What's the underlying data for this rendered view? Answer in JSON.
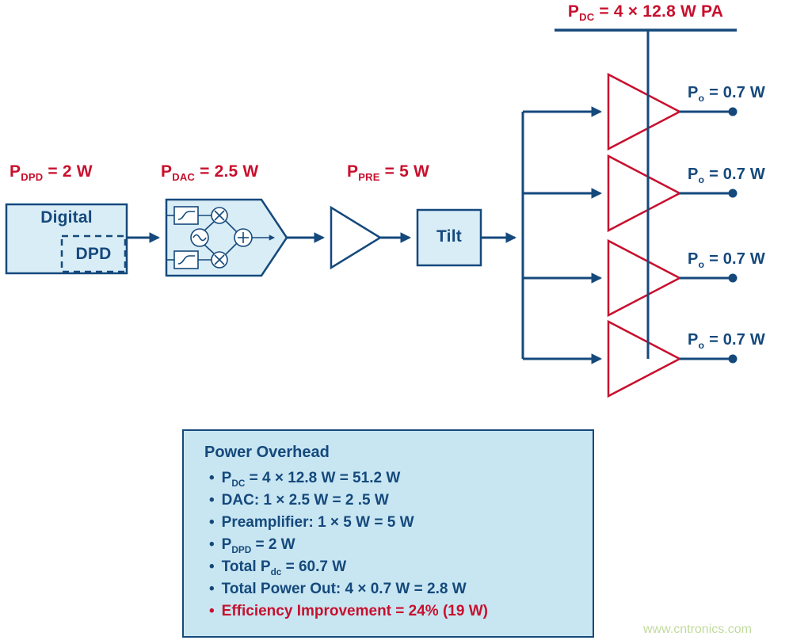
{
  "colors": {
    "navy": "#15497c",
    "red": "#c8102e",
    "block_fill": "#d9edf6",
    "panel_fill": "#c8e6f2",
    "watermark_green": "#c2db9d"
  },
  "labels": {
    "p_dpd": {
      "pre": "P",
      "sub": "DPD",
      "post": " = 2 W"
    },
    "p_dac": {
      "pre": "P",
      "sub": "DAC",
      "post": " = 2.5 W"
    },
    "p_pre": {
      "pre": "P",
      "sub": "PRE",
      "post": " = 5 W"
    },
    "p_dc_top": {
      "pre": "P",
      "sub": "DC",
      "post": " = 4 × 12.8 W PA"
    }
  },
  "blocks": {
    "digital": "Digital",
    "dpd": "DPD",
    "tilt": "Tilt"
  },
  "outputs": [
    {
      "pre": "P",
      "sub": "o",
      "post": " = 0.7 W"
    },
    {
      "pre": "P",
      "sub": "o",
      "post": " = 0.7 W"
    },
    {
      "pre": "P",
      "sub": "o",
      "post": " = 0.7 W"
    },
    {
      "pre": "P",
      "sub": "o",
      "post": " = 0.7 W"
    }
  ],
  "overhead": {
    "title": "Power Overhead",
    "items": [
      {
        "pre": "P",
        "sub": "DC",
        "post": " = 4 × 12.8 W = 51.2 W"
      },
      {
        "pre": "DAC: 1 × 2.5 W = 2 .5 W"
      },
      {
        "pre": "Preamplifier: 1 × 5 W = 5 W"
      },
      {
        "pre": "P",
        "sub": "DPD",
        "post": " = 2 W"
      },
      {
        "pre": "Total P",
        "sub": "dc",
        "post": " = 60.7 W"
      },
      {
        "pre": "Total Power Out: 4 × 0.7 W = 2.8 W"
      },
      {
        "pre": "Efficiency Improvement = 24% (19 W)"
      }
    ]
  },
  "watermark": "www.cntronics.com"
}
